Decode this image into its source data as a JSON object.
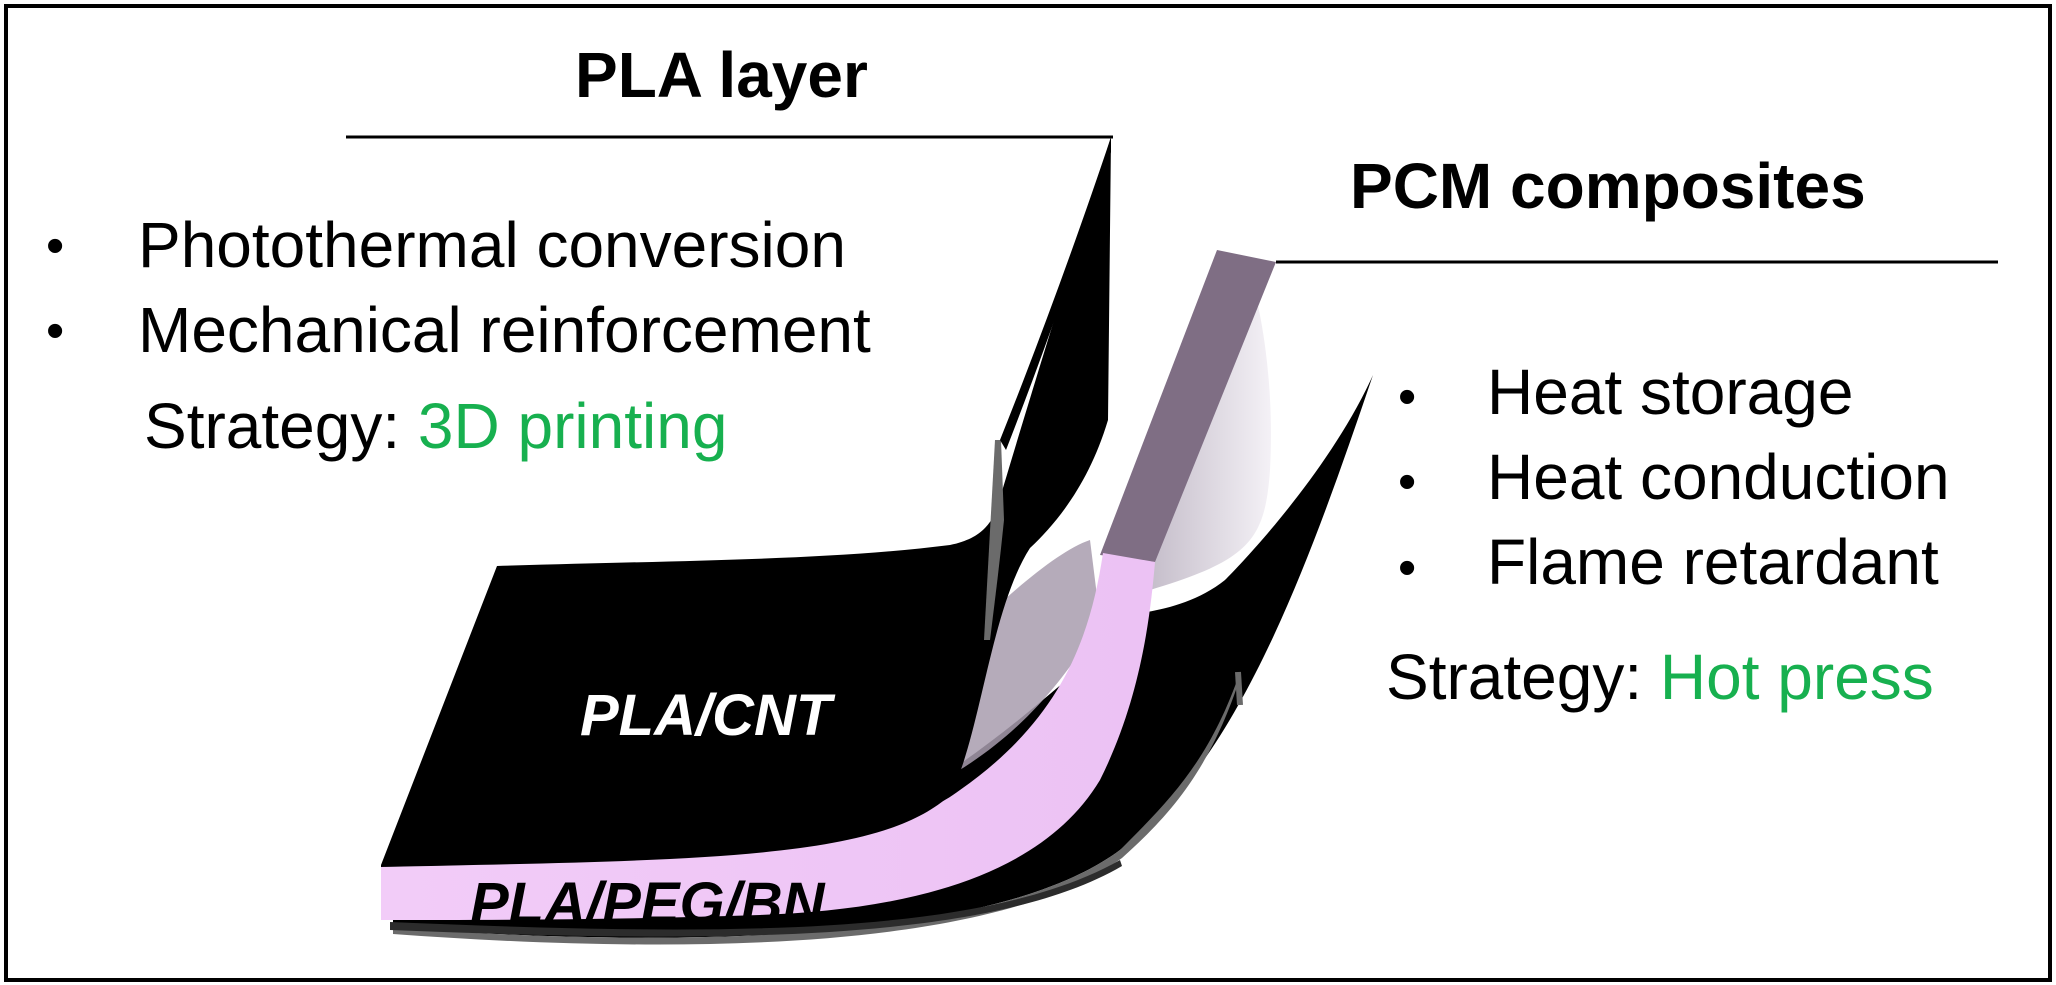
{
  "pla_layer": {
    "title": "PLA layer",
    "features": [
      "Photothermal conversion",
      "Mechanical reinforcement"
    ],
    "strategy_label": "Strategy:",
    "strategy_value": "3D printing"
  },
  "pcm_composites": {
    "title": "PCM composites",
    "features": [
      "Heat storage",
      "Heat conduction",
      "Flame retardant"
    ],
    "strategy_label": "Strategy:",
    "strategy_value": "Hot press"
  },
  "layers": {
    "top": "PLA/CNT",
    "middle": "PLA/PEG/BN"
  },
  "colors": {
    "accent_green": "#17b04f",
    "pcm_layer_fill": "#f2ccf8",
    "pcm_layer_edge": "#7f6e84",
    "pla_layer_fill": "#000000"
  }
}
